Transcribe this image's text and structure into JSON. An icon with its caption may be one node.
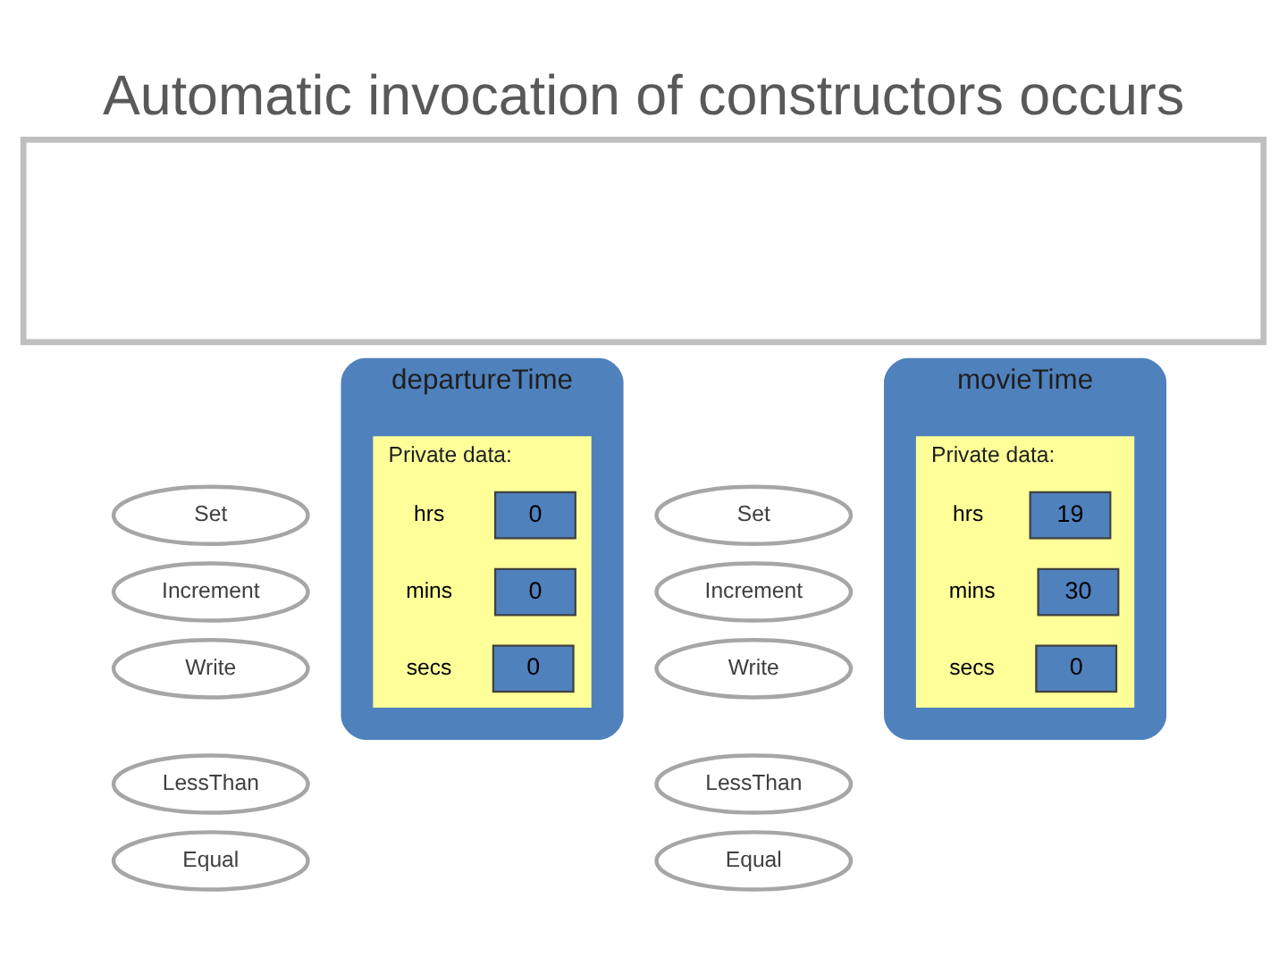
{
  "diagram": {
    "title": "Automatic invocation of constructors occurs",
    "nodes": [
      {
        "text": [],
        "shape": "box"
      },
      {
        "text": [
          "departureTime"
        ]
      },
      {
        "text": [
          "Set"
        ]
      },
      {
        "text": [
          "Increment"
        ]
      },
      {
        "text": [
          "Write"
        ]
      },
      {
        "text": [
          "LessThan"
        ]
      },
      {
        "text": [
          "Equal"
        ]
      },
      {
        "text": [
          "Private data:"
        ],
        "in": 1
      },
      {
        "text": [
          "0"
        ],
        "in": 7,
        "beside": [
          "hrs"
        ]
      },
      {
        "text": [
          "0"
        ],
        "in": 7,
        "beside": [
          "mins"
        ]
      },
      {
        "text": [
          "0"
        ],
        "in": 7,
        "beside": [
          "secs"
        ]
      },
      {
        "text": [
          "movieTime"
        ]
      },
      {
        "text": [
          "Set"
        ]
      },
      {
        "text": [
          "Increment"
        ]
      },
      {
        "text": [
          "Write"
        ]
      },
      {
        "text": [
          "LessThan"
        ]
      },
      {
        "text": [
          "Equal"
        ]
      },
      {
        "text": [
          "Private data:"
        ],
        "in": 11
      },
      {
        "text": [
          "19"
        ],
        "in": 17,
        "beside": [
          "hrs"
        ]
      },
      {
        "text": [
          "30"
        ],
        "in": 17,
        "beside": [
          "mins"
        ]
      },
      {
        "text": [
          "0"
        ],
        "in": 17,
        "beside": [
          "secs"
        ]
      }
    ]
  }
}
